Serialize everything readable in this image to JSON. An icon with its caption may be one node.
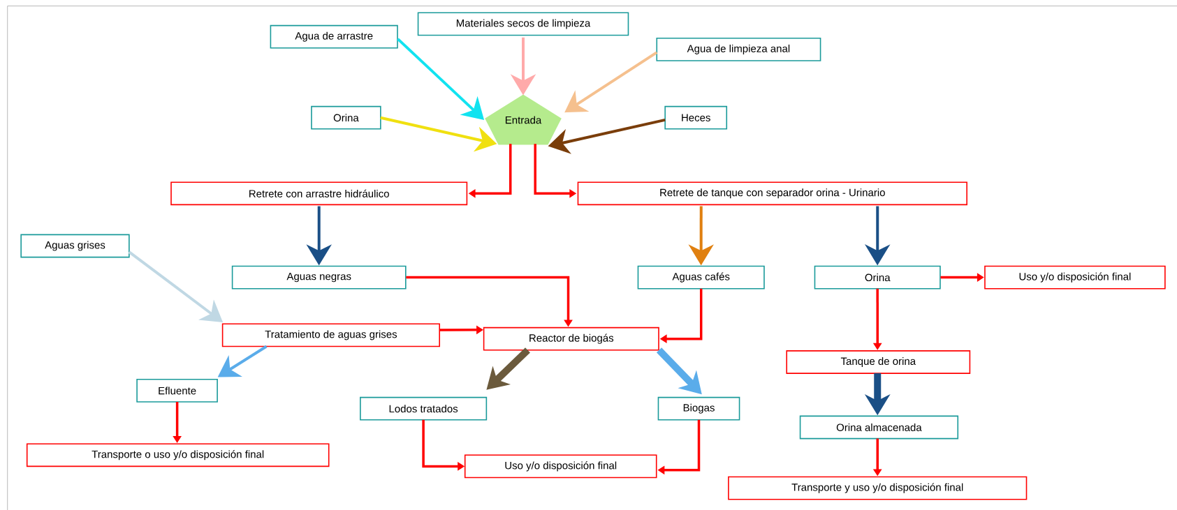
{
  "diagram": {
    "nodes": [
      {
        "text": [
          "Materiales secos de limpieza"
        ]
      },
      {
        "text": [
          "Agua de arrastre"
        ]
      },
      {
        "text": [
          "Agua de limpieza anal"
        ]
      },
      {
        "text": [
          "Orina"
        ]
      },
      {
        "text": [
          "Heces"
        ]
      },
      {
        "text": [
          "Entrada"
        ]
      },
      {
        "text": [
          "Retrete con arrastre hidráulico"
        ]
      },
      {
        "text": [
          "Retrete de tanque con separador orina - Urinario"
        ]
      },
      {
        "text": [
          "Aguas grises"
        ]
      },
      {
        "text": [
          "Aguas negras"
        ]
      },
      {
        "text": [
          "Aguas cafés"
        ]
      },
      {
        "text": [
          "Orina"
        ]
      },
      {
        "text": [
          "Uso y/o disposición final"
        ]
      },
      {
        "text": [
          "Tratamiento de aguas grises"
        ]
      },
      {
        "text": [
          "Reactor de biogás"
        ]
      },
      {
        "text": [
          "Tanque de orina"
        ]
      },
      {
        "text": [
          "Efluente"
        ]
      },
      {
        "text": [
          "Lodos tratados"
        ]
      },
      {
        "text": [
          "Biogas"
        ]
      },
      {
        "text": [
          "Orina almacenada"
        ]
      },
      {
        "text": [
          "Transporte o uso y/o disposición final"
        ]
      },
      {
        "text": [
          "Uso y/o disposición final"
        ]
      },
      {
        "text": [
          "Transporte y uso y/o disposición final"
        ]
      }
    ],
    "edges": [
      {
        "from": 0,
        "to": 5,
        "arrow": "to",
        "color": "#ffaaaa"
      },
      {
        "from": 1,
        "to": 5,
        "arrow": "to",
        "color": "#11e3f0"
      },
      {
        "from": 2,
        "to": 5,
        "arrow": "to",
        "color": "#f5c08e"
      },
      {
        "from": 3,
        "to": 5,
        "arrow": "to",
        "color": "#f0e010"
      },
      {
        "from": 4,
        "to": 5,
        "arrow": "to",
        "color": "#7a3d0a"
      },
      {
        "from": 5,
        "to": 6,
        "arrow": "to"
      },
      {
        "from": 5,
        "to": 7,
        "arrow": "to"
      },
      {
        "from": 6,
        "to": 9,
        "arrow": "to",
        "color": "#1a4f86"
      },
      {
        "from": 7,
        "to": 10,
        "arrow": "to",
        "color": "#e08010"
      },
      {
        "from": 7,
        "to": 11,
        "arrow": "to",
        "color": "#1a4f86"
      },
      {
        "from": 8,
        "to": 13,
        "arrow": "to",
        "color": "#c0d8e4"
      },
      {
        "from": 9,
        "to": 14,
        "arrow": "to"
      },
      {
        "from": 10,
        "to": 14,
        "arrow": "to"
      },
      {
        "from": 11,
        "to": 12,
        "arrow": "to"
      },
      {
        "from": 11,
        "to": 15,
        "arrow": "to"
      },
      {
        "from": 13,
        "to": 14,
        "arrow": "to"
      },
      {
        "from": 13,
        "to": 16,
        "arrow": "to",
        "color": "#5aacea"
      },
      {
        "from": 14,
        "to": 17,
        "arrow": "to",
        "style": "thick",
        "color": "#6b5a3c"
      },
      {
        "from": 14,
        "to": 18,
        "arrow": "to",
        "style": "thick",
        "color": "#5aacea"
      },
      {
        "from": 15,
        "to": 19,
        "arrow": "to",
        "style": "thick",
        "color": "#1a4f86"
      },
      {
        "from": 16,
        "to": 20,
        "arrow": "to"
      },
      {
        "from": 17,
        "to": 21,
        "arrow": "to"
      },
      {
        "from": 18,
        "to": 21,
        "arrow": "to"
      },
      {
        "from": 19,
        "to": 22,
        "arrow": "to"
      }
    ]
  }
}
